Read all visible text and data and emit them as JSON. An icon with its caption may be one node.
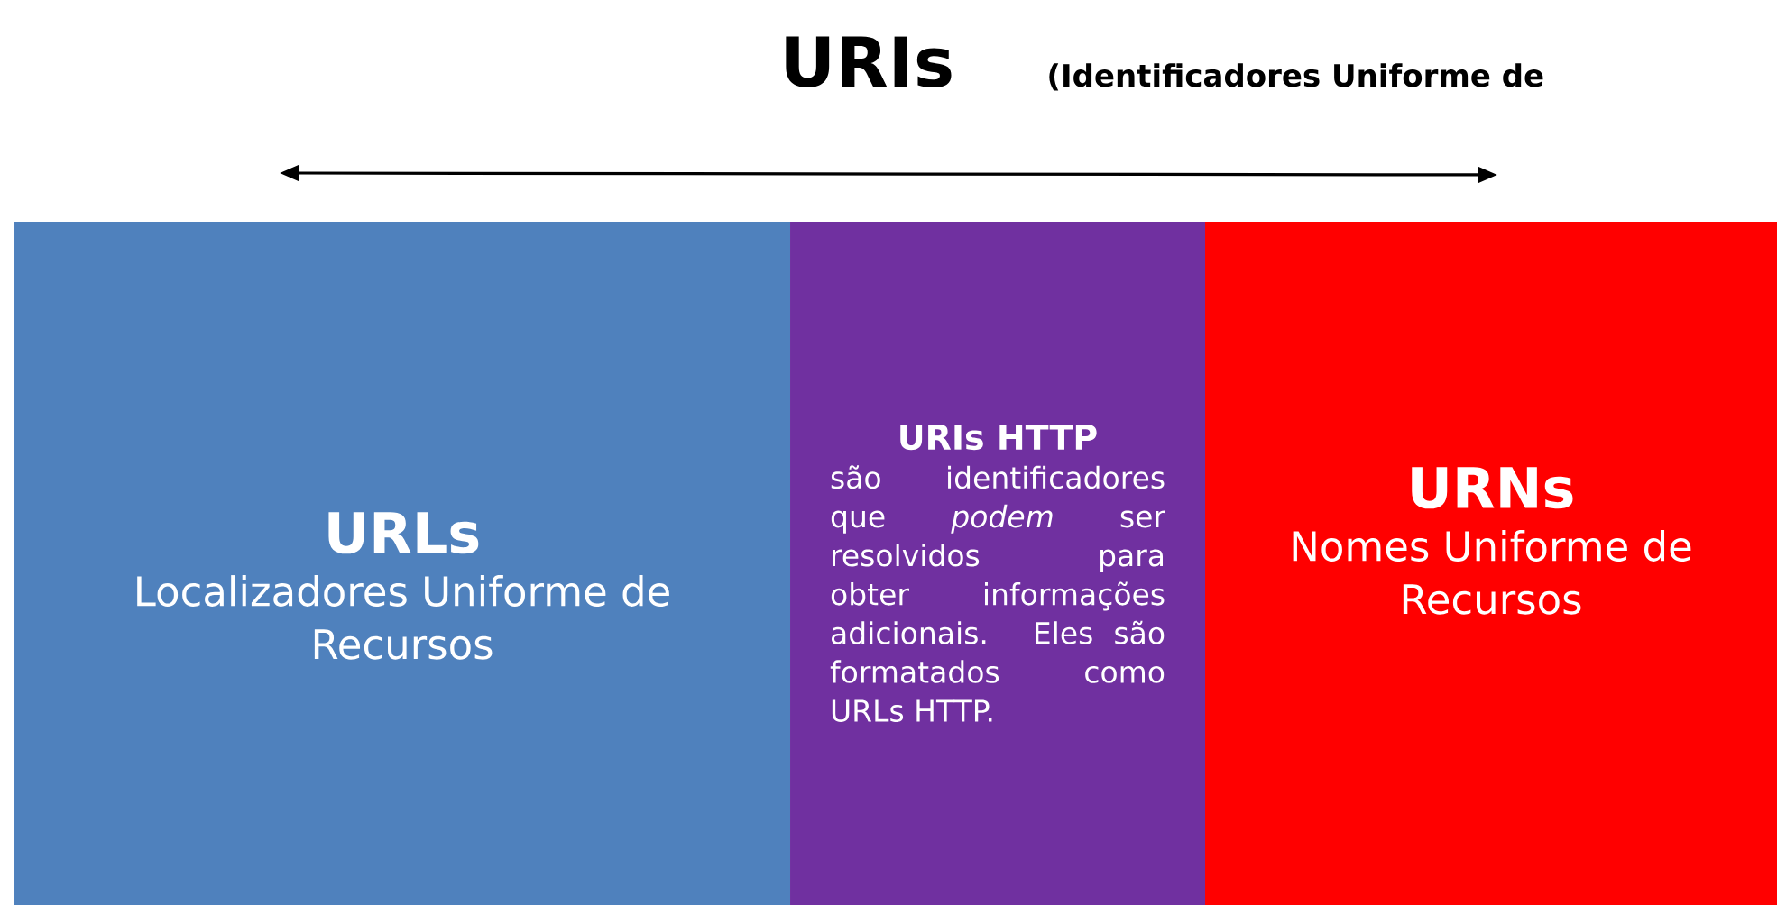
{
  "diagram": {
    "title": "URIs",
    "nodes": [
      {
        "text": [
          "URLs",
          "Localizadores Uniforme de Recursos"
        ]
      },
      {
        "text": [
          "URIs HTTP",
          "são identificadores que *podem* ser resolvidos para obter informações adicionais. Eles são formatados como URLs HTTP."
        ]
      },
      {
        "text": [
          "URNs",
          "Nomes Uniforme de Recursos"
        ]
      }
    ],
    "labels": [
      "(Identificadores Uniforme de"
    ]
  }
}
